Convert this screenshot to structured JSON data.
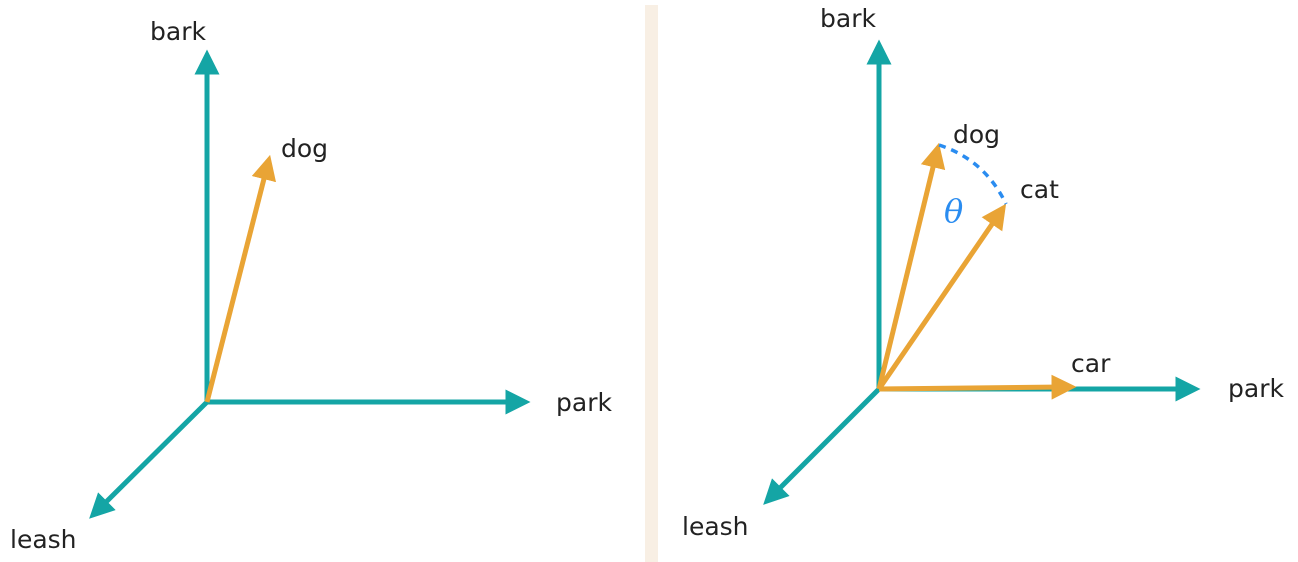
{
  "colors": {
    "axis": "#14a5a5",
    "vector": "#e9a435",
    "angle": "#2a8cf0",
    "divider": "#f8efe4"
  },
  "left_panel": {
    "axes": {
      "up": "bark",
      "right": "park",
      "down_left": "leash"
    },
    "vectors": [
      "dog"
    ]
  },
  "right_panel": {
    "axes": {
      "up": "bark",
      "right": "park",
      "down_left": "leash"
    },
    "vectors": [
      "dog",
      "cat",
      "car"
    ],
    "angle_label": "θ"
  }
}
